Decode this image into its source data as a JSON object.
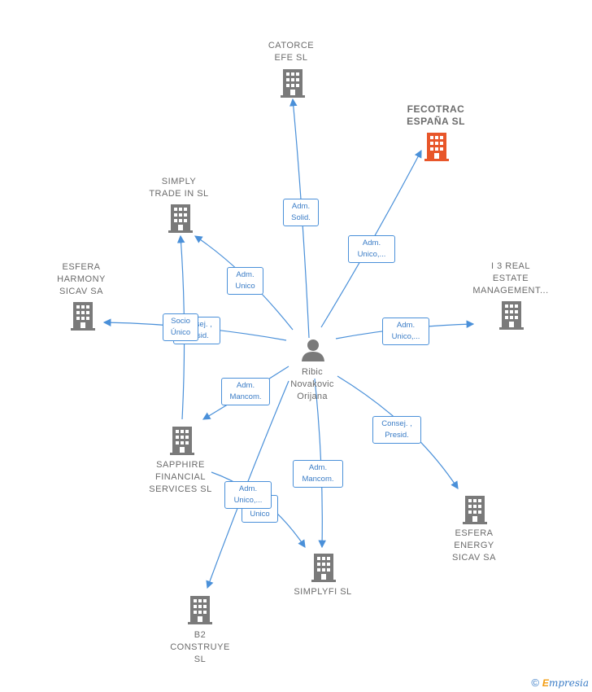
{
  "person": {
    "name": "Ribic\nNovakovic\nOrijana"
  },
  "companies": {
    "catorce": "CATORCE\nEFE  SL",
    "fecotrac": "FECOTRAC\nESPAÑA  SL",
    "simply_trade": "SIMPLY\nTRADE IN  SL",
    "esfera_harmony": "ESFERA\nHARMONY\nSICAV SA",
    "i3_real": "I 3 REAL\nESTATE\nMANAGEMENT...",
    "sapphire": "SAPPHIRE\nFINANCIAL\nSERVICES  SL",
    "esfera_energy": "ESFERA\nENERGY\nSICAV SA",
    "simplyfi": "SIMPLYFI  SL",
    "b2": "B2\nCONSTRUYE\nSL"
  },
  "relations": {
    "catorce": "Adm.\nSolid.",
    "fecotrac": "Adm.\nUnico,...",
    "simply_trade": "Adm.\nUnico",
    "esfera_harmony_back": "Consej. ,\nPresid.",
    "socio_unico": "Socio\nÚnico",
    "i3_real": "Adm.\nUnico,...",
    "sapphire": "Adm.\nMancom.",
    "esfera_energy": "Consej. ,\nPresid.",
    "simplyfi": "Adm.\nMancom.",
    "b2": "Adm.\nUnico,...",
    "b2_back": "Unico"
  },
  "colors": {
    "line": "#4a90d9",
    "building": "#7a7a7a",
    "highlight": "#e8562a"
  },
  "footer": {
    "copyright": "©",
    "brand": "mpresia",
    "brand_initial": "E"
  }
}
